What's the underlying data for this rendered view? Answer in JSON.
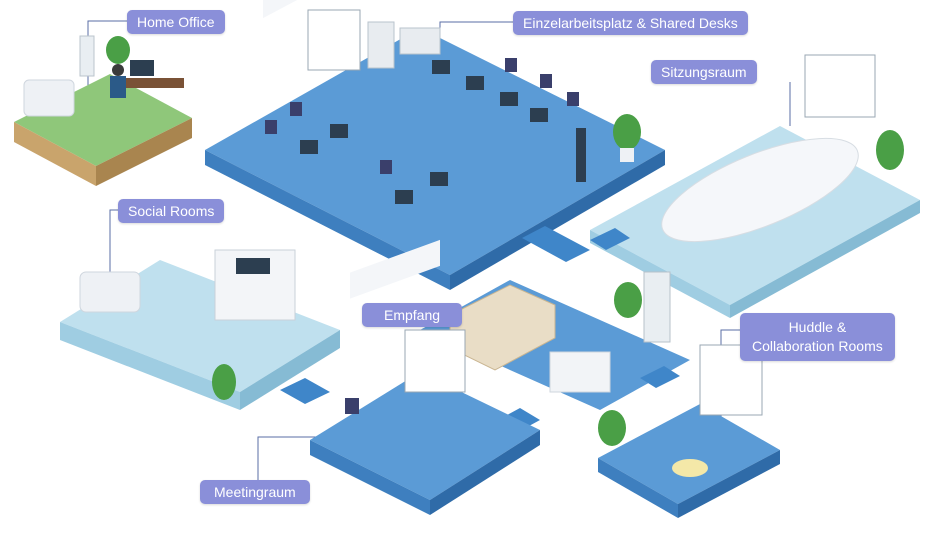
{
  "labels": {
    "home_office": "Home Office",
    "einzelarbeitsplatz": "Einzelarbeitsplatz & Shared Desks",
    "sitzungsraum": "Sitzungsraum",
    "social_rooms": "Social Rooms",
    "empfang": "Empfang",
    "huddle_line1": "Huddle &",
    "huddle_line2": "Collaboration Rooms",
    "meetingraum": "Meetingraum"
  },
  "colors": {
    "label_bg": "#8a8fd9",
    "label_text": "#ffffff",
    "floor_blue": "#5b9bd6",
    "floor_light": "#bfe0ee",
    "floor_green": "#8fc77a",
    "wall_white": "#f2f4f7",
    "connector_line": "#5a6ea6"
  },
  "icons": [
    "desk-icon",
    "chair-icon",
    "monitor-icon",
    "plant-icon",
    "whiteboard-icon",
    "person-icon",
    "water-cooler-icon",
    "sofa-icon",
    "kitchen-icon"
  ]
}
